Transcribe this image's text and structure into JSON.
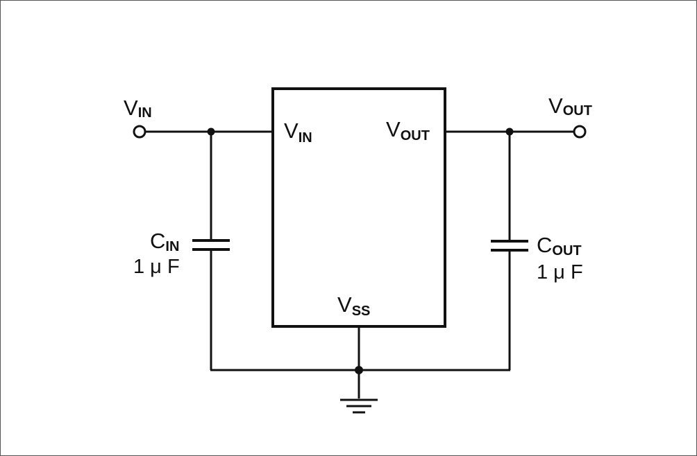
{
  "diagram": {
    "external_input": {
      "main": "V",
      "sub": "IN"
    },
    "external_output": {
      "main": "V",
      "sub": "OUT"
    },
    "ic": {
      "pin_vin": {
        "main": "V",
        "sub": "IN"
      },
      "pin_vout": {
        "main": "V",
        "sub": "OUT"
      },
      "pin_vss": {
        "main": "V",
        "sub": "SS"
      }
    },
    "cin": {
      "main": "C",
      "sub": "IN",
      "value": "1 μ F"
    },
    "cout": {
      "main": "C",
      "sub": "OUT",
      "value": "1 μ F"
    }
  }
}
